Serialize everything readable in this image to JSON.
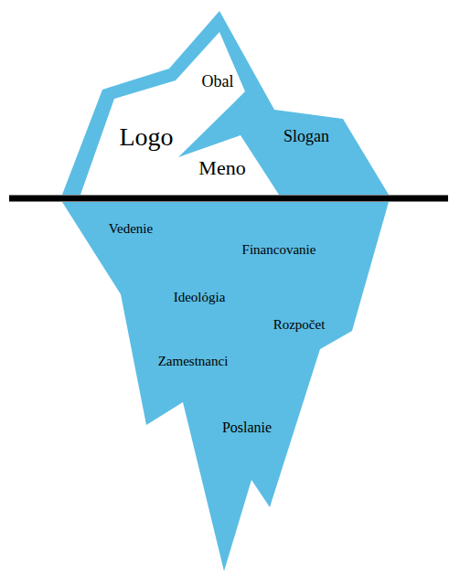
{
  "diagram": {
    "labels": [
      "Obal",
      "Logo",
      "Slogan",
      "Meno",
      "Vedenie",
      "Financovanie",
      "Ideológia",
      "Rozpočet",
      "Zamestnanci",
      "Poslanie"
    ]
  }
}
